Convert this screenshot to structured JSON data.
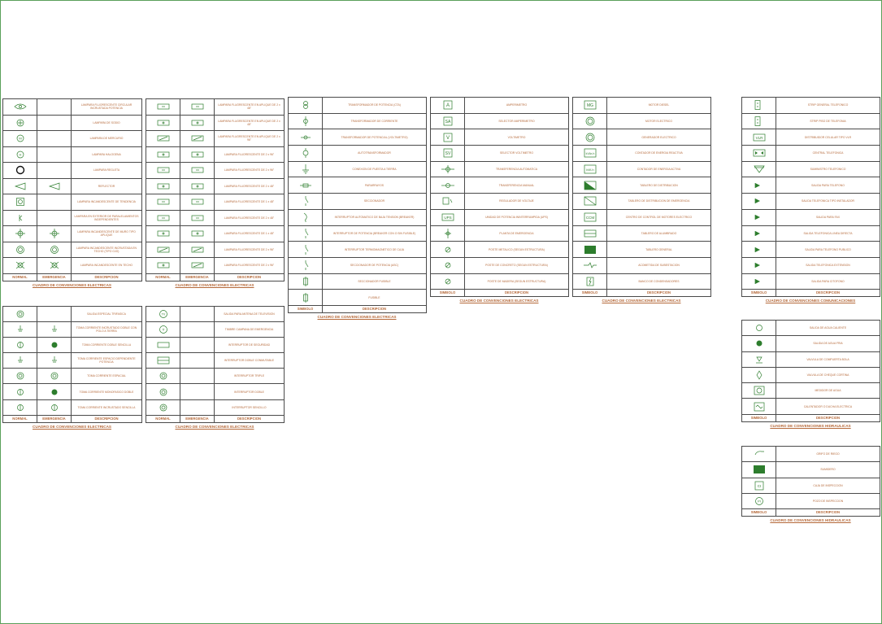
{
  "tables": [
    {
      "id": "t1",
      "caption": "CUADRO DE CONVENCIONES ELECTRICAS",
      "headers": [
        "NORMAL",
        "EMERGENCIA",
        "DESCRIPCION"
      ],
      "rows": [
        {
          "normal": "eye",
          "emergency": "",
          "desc": "LAMPARA FLUORESCENTE CIRCULAR INCRUSTADA POTENCIA"
        },
        {
          "normal": "circle-x",
          "emergency": "",
          "desc": "LAMPARA DE SODIO"
        },
        {
          "normal": "circle-m",
          "emergency": "",
          "desc": "LAMPARA DE MERCURIO"
        },
        {
          "normal": "circle-h",
          "emergency": "",
          "desc": "LAMPARA HALOGENA"
        },
        {
          "normal": "ring",
          "emergency": "",
          "desc": "LAMPARA REGLETA"
        },
        {
          "normal": "reflector",
          "emergency": "reflector",
          "desc": "REFLECTOR"
        },
        {
          "normal": "square-circle",
          "emergency": "",
          "desc": "LAMPARA INCANDESCENTE DE TENDENCIA"
        },
        {
          "normal": "k-mark",
          "emergency": "",
          "desc": "LAMPARA EN EXTERIOR DE PARALELAMIENTOS INDEPENDIENTES"
        },
        {
          "normal": "cross-circle",
          "emergency": "cross-circle",
          "desc": "LAMPARA INCANDESCENTE DE MURO TIPO APLIQUE"
        },
        {
          "normal": "double-circle",
          "emergency": "double-circle",
          "desc": "LAMPARA INCANDESCENTE INCRUSTADA EN TECHO (TIPO OJO)"
        },
        {
          "normal": "star-circle",
          "emergency": "star-circle",
          "desc": "LAMPARA INCANDESCENTE EN TECHO"
        }
      ]
    },
    {
      "id": "t2",
      "caption": "CUADRO DE CONVENCIONES ELECTRICAS",
      "headers": [
        "NORMAL",
        "EMERGENCIA",
        "DESCRIPCION"
      ],
      "rows": [
        {
          "normal": "fluor",
          "emergency": "fluor",
          "desc": "LAMPARA FLUORESCENTE EN APLIQUE DE 2 x 48\""
        },
        {
          "normal": "fluor-s",
          "emergency": "fluor-s",
          "desc": "LAMPARA FLUORESCENTE EN APLIQUE DE 2 x 48\""
        },
        {
          "normal": "fluor-d",
          "emergency": "fluor-d",
          "desc": "LAMPARA FLUORESCENTE EN APLIQUE DE 2 x 96\""
        },
        {
          "normal": "fluor-s",
          "emergency": "fluor-s",
          "desc": "LAMPARA FLUORESCENTE DE 2 x 96\""
        },
        {
          "normal": "fluor",
          "emergency": "fluor",
          "desc": "LAMPARA FLUORESCENTE DE 2 x 96\""
        },
        {
          "normal": "fluor-s",
          "emergency": "fluor-s",
          "desc": "LAMPARA FLUORESCENTE DE 2 x 48\""
        },
        {
          "normal": "fluor",
          "emergency": "fluor",
          "desc": "LAMPARA FLUORESCENTE DE 1 x 48\""
        },
        {
          "normal": "fluor",
          "emergency": "fluor",
          "desc": "LAMPARA FLUORESCENTE DE 2 x 48\""
        },
        {
          "normal": "fluor-s",
          "emergency": "fluor-s",
          "desc": "LAMPARA FLUORESCENTE DE 1 x 48\""
        },
        {
          "normal": "fluor-d",
          "emergency": "fluor-d",
          "desc": "LAMPARA FLUORESCENTE DE 2 x 96\""
        },
        {
          "normal": "fluor-s",
          "emergency": "fluor-d",
          "desc": "LAMPARA FLUORESCENTE DE 2 x 96\""
        }
      ]
    },
    {
      "id": "t3",
      "caption": "CUADRO DE CONVENCIONES ELECTRICAS",
      "headers": [
        "SIMBOLO",
        "DESCRIPCION"
      ],
      "rows": [
        {
          "normal": "transformer",
          "desc": "TRANSFORMADOR DE POTENCIA (CTA)"
        },
        {
          "normal": "transformer-s",
          "desc": "TRANSFORMADOR DE CORRIENTE"
        },
        {
          "normal": "transformer-h",
          "desc": "TRANSFORMADOR DE POTENCIAL (VOLTIMETRO)"
        },
        {
          "normal": "autotransformer",
          "desc": "AUTOTRANSFORMADOR"
        },
        {
          "normal": "ground",
          "desc": "CONEXION DE PUESTA A TIERRA"
        },
        {
          "normal": "fuse-line",
          "desc": "PARARRAYOS"
        },
        {
          "normal": "switch-s",
          "desc": "SECCIONADOR"
        },
        {
          "normal": "switch-curve",
          "desc": "INTERRUPTOR AUTOMATICO DE BAJA TENSION (BREAKER)"
        },
        {
          "normal": "switch-s",
          "desc": "INTERRUPTOR DE POTENCIA (BREAKER CON O SIN FUSIBLE)"
        },
        {
          "normal": "switch-s",
          "desc": "INTERRUPTOR TERMOMAGNETICO DE CAJA"
        },
        {
          "normal": "switch-s",
          "desc": "SECCIONADOR DE POTENCIA (ASC)"
        },
        {
          "normal": "fuse",
          "desc": "SECCIONADOR FUSIBLE"
        },
        {
          "normal": "fuse",
          "desc": "FUSIBLE"
        }
      ]
    },
    {
      "id": "t4",
      "caption": "CUADRO DE CONVENCIONES ELECTRICAS",
      "headers": [
        "SIMBOLO",
        "DESCRIPCION"
      ],
      "rows": [
        {
          "normal": "box-a",
          "desc": "AMPERIMETRO"
        },
        {
          "normal": "box-sa",
          "desc": "SELECTOR AMPERIMETRO"
        },
        {
          "normal": "box-v",
          "desc": "VOLTIMETRO"
        },
        {
          "normal": "box-sv",
          "desc": "SELECTOR VOLTIMETRO"
        },
        {
          "normal": "ta-line",
          "desc": "TRANSFERENCIA AUTOMATICA"
        },
        {
          "normal": "tm-line",
          "desc": "TRANSFERENCIA MANUAL"
        },
        {
          "normal": "box-u",
          "desc": "REGULADOR DE VOLTAJE"
        },
        {
          "normal": "box-ups",
          "desc": "UNIDAD DE POTENCIA ININTERRUMPIDA (UPS)"
        },
        {
          "normal": "plug-cross",
          "desc": "PLANTA DE EMERGENCIA"
        },
        {
          "normal": "pole",
          "desc": "POSTE METALICO (SEGUN ESTRUCTURA)"
        },
        {
          "normal": "pole",
          "desc": "POSTE DE CONCRETO (SEGUN ESTRUCTURA)"
        },
        {
          "normal": "pole",
          "desc": "POSTE DE MADERA (SEGUN ESTRUCTURA)"
        }
      ]
    },
    {
      "id": "t5",
      "caption": "CUADRO DE CONVENCIONES ELECTRICAS",
      "headers": [
        "SIMBOLO",
        "DESCRIPCION"
      ],
      "rows": [
        {
          "normal": "box-mg",
          "desc": "MOTOR DIESEL"
        },
        {
          "normal": "circle-gear",
          "desc": "MOTOR ELECTRICO"
        },
        {
          "normal": "circle-gear",
          "desc": "GENERADOR ELECTRICO"
        },
        {
          "normal": "box-kvar",
          "desc": "CONTADOR DE ENERGIA REACTIVA"
        },
        {
          "normal": "box-kwh",
          "desc": "CONTADOR DE ENERGIA ACTIVA"
        },
        {
          "normal": "tri-fill",
          "desc": "TABLERO DE DISTRIBUCION"
        },
        {
          "normal": "tri-empty",
          "desc": "TABLERO DE DISTRIBUCION DE EMERGENCIA"
        },
        {
          "normal": "box-ccm",
          "desc": "CENTRO DE CONTROL DE MOTORES ELECTRICO"
        },
        {
          "normal": "box-bar",
          "desc": "TABLERO DE ALUMBRADO"
        },
        {
          "normal": "box-full",
          "desc": "TABLERO GENERAL"
        },
        {
          "normal": "meter-line",
          "desc": "ACOMETIDA DE SUBESTACION"
        },
        {
          "normal": "box-bolt",
          "desc": "BANCO DE CONDENSADORES"
        }
      ]
    },
    {
      "id": "t6",
      "caption": "CUADRO DE CONVENCIONES COMUNICACIONES",
      "headers": [
        "SIMBOLO",
        "DESCRIPCION"
      ],
      "rows": [
        {
          "normal": "tall-box",
          "desc": "STRIP GENERAL TELEFONICO"
        },
        {
          "normal": "tall-box",
          "desc": "STRIP PISO DE TELEFONIA"
        },
        {
          "normal": "box-vir",
          "desc": "DISTRIBUIDOR CELULAR TIPO VLR"
        },
        {
          "normal": "box-tri",
          "desc": "CENTRAL TELEFONICA"
        },
        {
          "normal": "down-tri",
          "desc": "SUMINISTRO TELEFONICO"
        },
        {
          "normal": "phone",
          "desc": "SALIDA PARA TELEFONO"
        },
        {
          "normal": "phone",
          "desc": "SALIDA TELEFONICA TIPO INSTALADOR"
        },
        {
          "normal": "phone",
          "desc": "SALIDA PARA FAX"
        },
        {
          "normal": "phone",
          "desc": "SALIDA TELEFONICA LINEA DIRECTA"
        },
        {
          "normal": "phone",
          "desc": "SALIDA PARA TELEFONO PUBLICO"
        },
        {
          "normal": "phone",
          "desc": "SALIDA TELEFONICA EXTENSION"
        },
        {
          "normal": "phone",
          "desc": "SALIDA PARA CITOFONO"
        }
      ]
    },
    {
      "id": "t7",
      "caption": "CUADRO DE CONVENCIONES ELECTRICAS",
      "headers": [
        "NORMAL",
        "EMERGENCIA",
        "DESCRIPCION"
      ],
      "rows": [
        {
          "normal": "circle-in",
          "emergency": "",
          "desc": "SALIDA ESPECIAL TRIFASICA"
        },
        {
          "normal": "socket-t",
          "emergency": "socket-t",
          "desc": "TOMA CORRIENTE INCRUSTADO DOBLE CON POLO A TIERRA"
        },
        {
          "normal": "half-circle",
          "emergency": "half-fill",
          "desc": "TOMA CORRIENTE DOBLE SENCILLA"
        },
        {
          "normal": "socket-t",
          "emergency": "socket-t",
          "desc": "TOMA CORRIENTE ESPACIO DEPENDIENTE POTENCIA"
        },
        {
          "normal": "circle-in",
          "emergency": "circle-in",
          "desc": "TOMA CORRIENTE ESPACIAL"
        },
        {
          "normal": "half-circle",
          "emergency": "half-fill",
          "desc": "TOMA CORRIENTE MONOFASICO DOBLE"
        },
        {
          "normal": "half-circle",
          "emergency": "half-circle",
          "desc": "TOMA CORRIENTE INCRUSTADO SENCILLA"
        }
      ]
    },
    {
      "id": "t8",
      "caption": "CUADRO DE CONVENCIONES ELECTRICAS",
      "headers": [
        "NORMAL",
        "EMERGENCIA",
        "DESCRIPCION"
      ],
      "rows": [
        {
          "normal": "circle-tv",
          "emergency": "",
          "desc": "SALIDA PARA ANTENA DE TELEVISION"
        },
        {
          "normal": "circle-t",
          "emergency": "",
          "desc": "TIMBRE CAMPANA DE EMERGENCIA"
        },
        {
          "normal": "rect-small",
          "emergency": "",
          "desc": "INTERRUPTOR DE SEGURIDAD"
        },
        {
          "normal": "box-bar",
          "emergency": "",
          "desc": "INTERRUPTOR DOBLE CONMUTABLE"
        },
        {
          "normal": "circle-in",
          "emergency": "",
          "desc": "INTERRUPTOR TRIPLE"
        },
        {
          "normal": "circle-in",
          "emergency": "",
          "desc": "INTERRUPTOR DOBLE"
        },
        {
          "normal": "circle-in",
          "emergency": "",
          "desc": "INTERRUPTOR SENCILLO"
        }
      ]
    },
    {
      "id": "t9",
      "caption": "CUADRO DE CONVENCIONES HIDRAULICAS",
      "headers": [
        "SIMBOLO",
        "DESCRIPCION"
      ],
      "rows": [
        {
          "normal": "ring-open",
          "desc": "SALIDA DE AGUA CALIENTE"
        },
        {
          "normal": "dot",
          "desc": "SALIDA DE AGUA FRIA"
        },
        {
          "normal": "valve-down",
          "desc": "VALVULA DE COMPUERTA BOLA"
        },
        {
          "normal": "valve-diamond",
          "desc": "VALVULA DE CHEQUE CORTINA"
        },
        {
          "normal": "box-meter",
          "desc": "MEDIDOR DE AGUA"
        },
        {
          "normal": "box-wave",
          "desc": "CALENTADOR O DUCHA ELECTRICA"
        }
      ]
    },
    {
      "id": "t10",
      "caption": "CUADRO DE CONVENCIONES HIDRAULICAS",
      "headers": [
        "SIMBOLO",
        "DESCRIPCION"
      ],
      "rows": [
        {
          "normal": "shower",
          "desc": "GRIFO DE RIEGO"
        },
        {
          "normal": "box-full",
          "desc": "SUMIDERO"
        },
        {
          "normal": "box-ci",
          "desc": "CAJA DE INSPECCION"
        },
        {
          "normal": "circle-pi",
          "desc": "POZO DE INSPECCION"
        }
      ]
    }
  ],
  "colors": {
    "symbol": "#2d7d2d",
    "text": "#b5693a",
    "border": "#4a4a4a",
    "frame": "#5aa05a"
  }
}
